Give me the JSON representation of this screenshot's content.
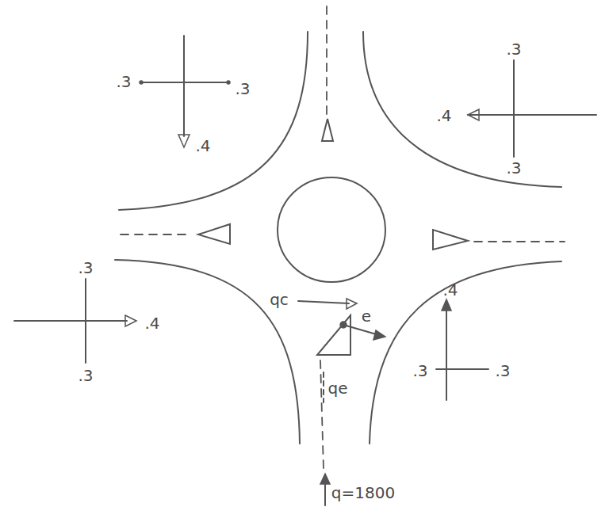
{
  "diagram": {
    "labels": [
      ".3",
      ".3",
      ".4",
      ".3",
      ".4",
      ".3",
      ".3",
      ".4",
      ".3",
      ".4",
      ".3",
      ".3",
      "qc",
      "e",
      "qe",
      "q=1800"
    ]
  }
}
